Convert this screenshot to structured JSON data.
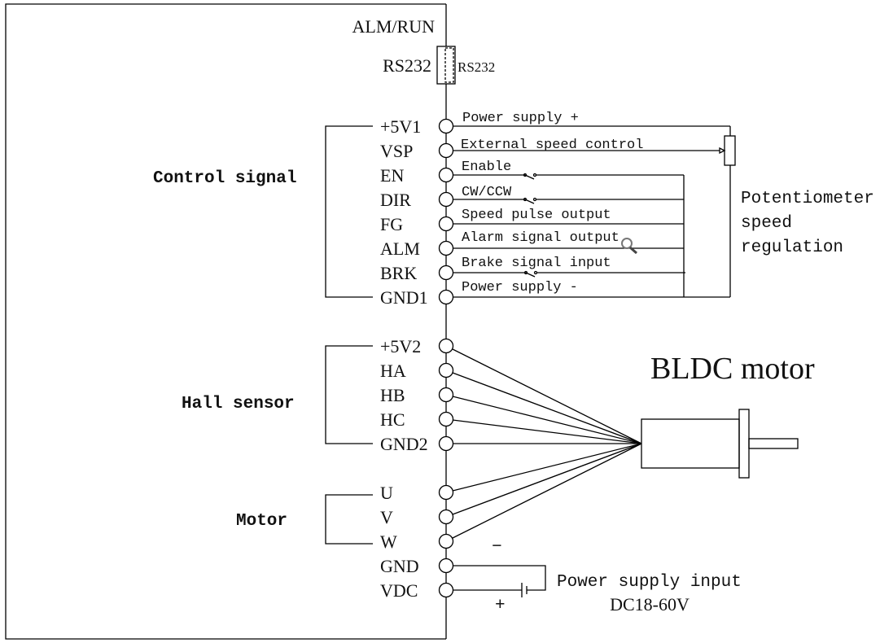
{
  "diagram": {
    "status_indicator": "ALM/RUN",
    "rs232": {
      "left_label": "RS232",
      "right_label": "RS232"
    },
    "groups": {
      "control": "Control signal",
      "hall": "Hall sensor",
      "motor": "Motor"
    },
    "control_pins": [
      {
        "pin": "+5V1",
        "wire": "Power supply +"
      },
      {
        "pin": "VSP",
        "wire": "External speed control"
      },
      {
        "pin": "EN",
        "wire": "Enable"
      },
      {
        "pin": "DIR",
        "wire": "CW/CCW"
      },
      {
        "pin": "FG",
        "wire": "Speed pulse output"
      },
      {
        "pin": "ALM",
        "wire": "Alarm signal output"
      },
      {
        "pin": "BRK",
        "wire": "Brake signal input"
      },
      {
        "pin": "GND1",
        "wire": "Power supply -"
      }
    ],
    "hall_pins": [
      "+5V2",
      "HA",
      "HB",
      "HC",
      "GND2"
    ],
    "motor_pins": [
      "U",
      "V",
      "W"
    ],
    "power_pins": [
      "GND",
      "VDC"
    ],
    "potentiometer": [
      "Potentiometer",
      "speed",
      "regulation"
    ],
    "motor_title": "BLDC motor",
    "power_supply": {
      "title": "Power supply input",
      "range": "DC18-60V",
      "minus": "−",
      "plus": "+"
    },
    "icons": {
      "magnifier": "magnifier-icon"
    }
  }
}
